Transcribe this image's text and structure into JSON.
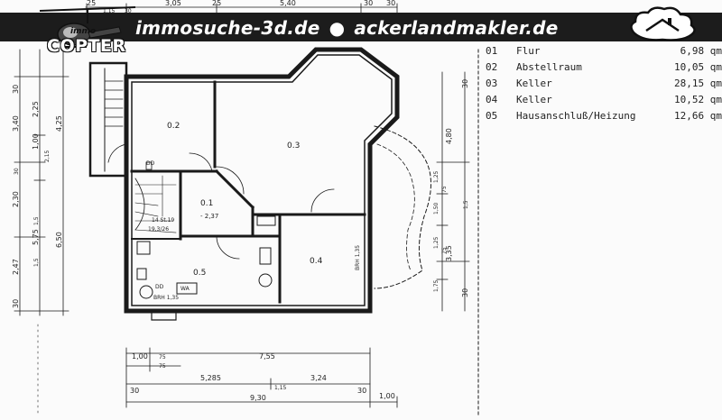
{
  "banner": {
    "site1": "immosuche-3d.de",
    "separator": "●",
    "site2": "ackerlandmakler.de"
  },
  "logo": {
    "small": "immo",
    "main": "COPTER"
  },
  "rooms": [
    {
      "num": "01",
      "name": "Flur",
      "area": "6,98 qm"
    },
    {
      "num": "02",
      "name": "Abstellraum",
      "area": "10,05 qm"
    },
    {
      "num": "03",
      "name": "Keller",
      "area": "28,15 qm"
    },
    {
      "num": "04",
      "name": "Keller",
      "area": "10,52 qm"
    },
    {
      "num": "05",
      "name": "Hausanschluß/Heizung",
      "area": "12,66 qm"
    }
  ],
  "plan_labels": {
    "room02": "0.2",
    "room03": "0.3",
    "room01": "0.1",
    "room04": "0.4",
    "room05": "0.5",
    "level01": "- 2,37",
    "stair1": "14 St.19",
    "stair2": "19,3/26",
    "dd1": "DD",
    "dd2": "DD",
    "brh1": "BRH 1,35",
    "brh2": "BRH 1,35",
    "wa": "WA"
  },
  "top_dims": [
    "25",
    "1,15",
    "30",
    "3,05",
    "25",
    "5,40",
    "30",
    "30"
  ],
  "left_dims": [
    "30",
    "3,40",
    "2,25",
    "4,25",
    "1,00",
    "2,15",
    "30",
    "2,30",
    "1,5",
    "5,75",
    "6,50",
    "2,47",
    "1,5",
    "30"
  ],
  "right_dims": [
    "30",
    "4,80",
    "1,25",
    "75",
    "1,50",
    "1,5",
    "1,25",
    "75",
    "3,35",
    "1,75",
    "30"
  ],
  "bottom_dims": [
    "1,00",
    "75",
    "75",
    "7,55",
    "5,285",
    "1,15",
    "3,24",
    "30",
    "9,30",
    "30",
    "1,00"
  ]
}
